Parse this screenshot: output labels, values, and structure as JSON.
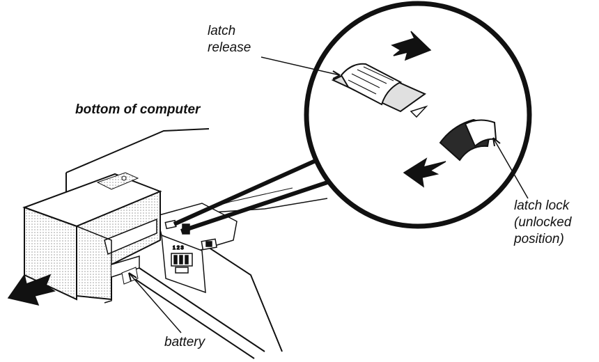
{
  "labels": {
    "latch_release": [
      "latch",
      "release"
    ],
    "bottom_of_computer": "bottom of computer",
    "latch_lock": [
      "latch lock",
      "(unlocked",
      "position)"
    ],
    "battery": "battery"
  },
  "colors": {
    "ink": "#111111",
    "shade": "#c8c8c8",
    "light_shade": "#e6e6e6",
    "dark_shade": "#2a2a2a"
  },
  "icons": {
    "motion_arrow": "lightning-arrow-icon"
  }
}
